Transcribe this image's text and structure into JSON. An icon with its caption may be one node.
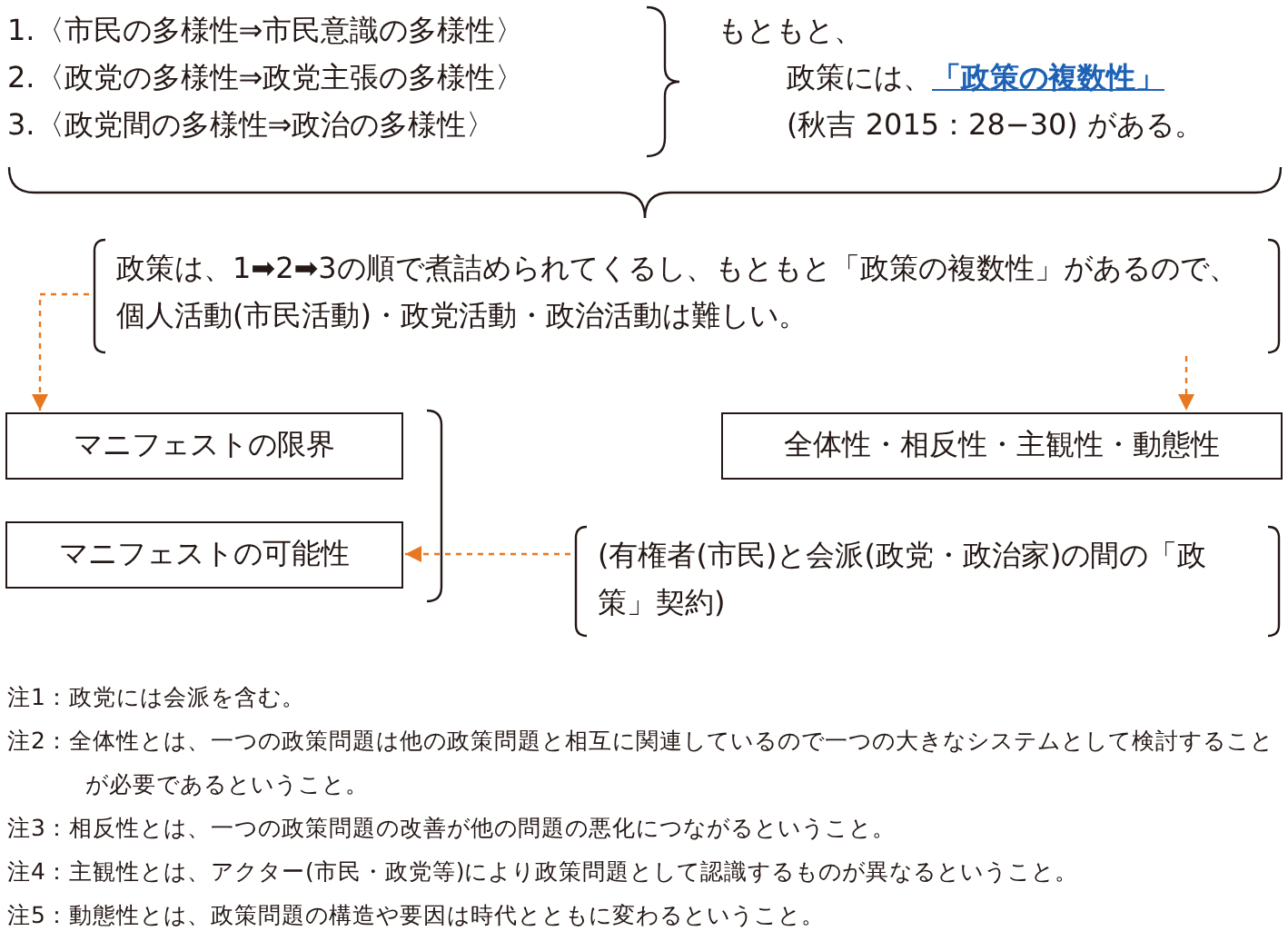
{
  "diagram": {
    "nodes": [
      {
        "text": [
          "政策は、1➡2➡3の順で煮詰められてくるし、もともと「政策の複数性」があるので、個人活動(市民活動)・政党活動・政治活動は難しい。"
        ]
      },
      {
        "text": [
          "マニフェストの限界"
        ]
      },
      {
        "text": [
          "マニフェストの可能性"
        ]
      },
      {
        "text": [
          "全体性・相反性・主観性・動態性"
        ]
      },
      {
        "text": [
          "(有権者(市民)と会派(政党・政治家)の間の「政策」契約)"
        ]
      }
    ],
    "edges": [
      {
        "from": 0,
        "to": 1,
        "arrow": "to",
        "style": "dashed",
        "color": "#e87722"
      },
      {
        "from": 0,
        "to": 3,
        "arrow": "to",
        "style": "dashed",
        "color": "#e87722"
      },
      {
        "from": 4,
        "to": 2,
        "arrow": "to",
        "style": "dashed",
        "color": "#e87722"
      }
    ],
    "labels": [
      "1.〈市民の多様性⇒市民意識の多様性〉",
      "2.〈政党の多様性⇒政党主張の多様性〉",
      "3.〈政党間の多様性⇒政治の多様性〉",
      "もともと、",
      "政策には、",
      "「政策の複数性」",
      "(秋吉 2015：28−30) がある。",
      "注1：政党には会派を含む。",
      "注2：全体性とは、一つの政策問題は他の政策問題と相互に関連しているので一つの大きなシステムとして検討することが必要であるということ。",
      "注3：相反性とは、一つの政策問題の改善が他の問題の悪化につながるということ。",
      "注4：主観性とは、アクター(市民・政党等)により政策問題として認識するものが異なるということ。",
      "注5：動態性とは、政策問題の構造や要因は時代とともに変わるということ。"
    ]
  }
}
